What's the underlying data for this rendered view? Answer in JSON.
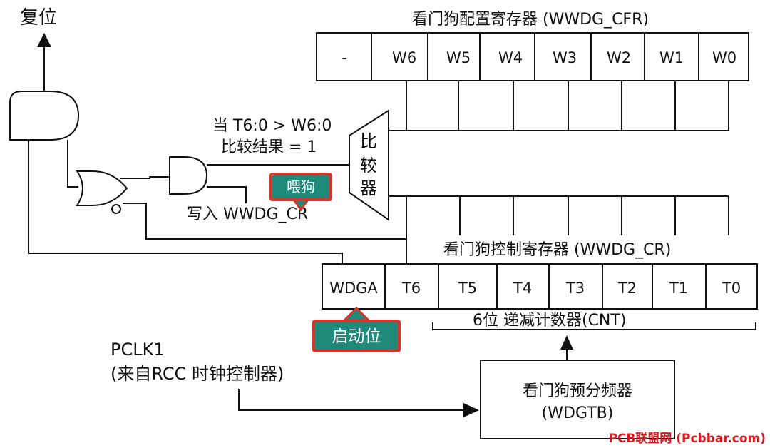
{
  "labels": {
    "reset": "复位",
    "cfr_title": "看门狗配置寄存器 (WWDG_CFR)",
    "cr_title": "看门狗控制寄存器 (WWDG_CR)",
    "condition_line1": "当 T6:0 > W6:0",
    "condition_line2": "比较结果 = 1",
    "comparator": [
      "比",
      "较",
      "器"
    ],
    "write_cr": "写入 WWDG_CR",
    "feed_dog": "喂狗",
    "enable_bit": "启动位",
    "counter": "6位 递减计数器(CNT)",
    "pclk_line1": "PCLK1",
    "pclk_line2": "(来自RCC 时钟控制器)",
    "prescaler_line1": "看门狗预分频器",
    "prescaler_line2": "(WDGTB)",
    "watermark": "PCB联盟网 (Pcbbar.com)"
  },
  "cfr_cells": [
    "-",
    "W6",
    "W5",
    "W4",
    "W3",
    "W2",
    "W1",
    "W0"
  ],
  "cr_cells": [
    "WDGA",
    "T6",
    "T5",
    "T4",
    "T3",
    "T2",
    "T1",
    "T0"
  ],
  "colors": {
    "badge_fill": "#1f8a7a",
    "badge_border": "#d9332b",
    "watermark": "#e0161c"
  }
}
